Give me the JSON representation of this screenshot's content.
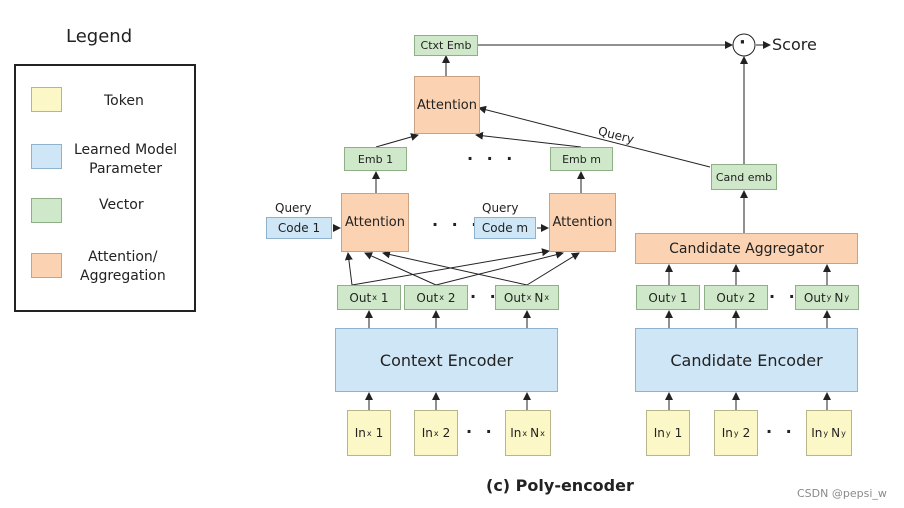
{
  "legend": {
    "title": "Legend",
    "items": [
      {
        "label": "Token",
        "kind": "token"
      },
      {
        "label": "Learned Model\nParameter",
        "kind": "param"
      },
      {
        "label": "Vector",
        "kind": "vector"
      },
      {
        "label": "Attention/\nAggregation",
        "kind": "attn"
      }
    ]
  },
  "context": {
    "inputs": [
      {
        "base": "In",
        "sub": "x",
        "suffix": "1"
      },
      {
        "base": "In",
        "sub": "x",
        "suffix": "2"
      },
      {
        "base": "In",
        "sub": "x",
        "suffix": "N",
        "suffix_sub": "x"
      }
    ],
    "encoder": "Context Encoder",
    "outputs": [
      {
        "base": "Out",
        "sub": "x",
        "suffix": "1"
      },
      {
        "base": "Out",
        "sub": "x",
        "suffix": "2"
      },
      {
        "base": "Out",
        "sub": "x",
        "suffix": "N",
        "suffix_sub": "x"
      }
    ],
    "query_label_1": "Query",
    "code_1": "Code 1",
    "query_label_m": "Query",
    "code_m": "Code m",
    "attention_1": "Attention",
    "attention_m": "Attention",
    "emb_1": "Emb 1",
    "emb_m": "Emb m",
    "top_attention": "Attention",
    "ctxt_emb": "Ctxt Emb"
  },
  "candidate": {
    "inputs": [
      {
        "base": "In",
        "sub": "y",
        "suffix": "1"
      },
      {
        "base": "In",
        "sub": "y",
        "suffix": "2"
      },
      {
        "base": "In",
        "sub": "y",
        "suffix": "N",
        "suffix_sub": "y"
      }
    ],
    "encoder": "Candidate Encoder",
    "outputs": [
      {
        "base": "Out",
        "sub": "y",
        "suffix": "1"
      },
      {
        "base": "Out",
        "sub": "y",
        "suffix": "2"
      },
      {
        "base": "Out",
        "sub": "y",
        "suffix": "N",
        "suffix_sub": "y"
      }
    ],
    "aggregator": "Candidate Aggregator",
    "cand_emb": "Cand emb"
  },
  "query_edge_label": "Query",
  "dot_symbol": "·",
  "score": "Score",
  "ellipsis": "· · ·",
  "caption": "(c) Poly-encoder",
  "watermark": "CSDN @pepsi_w"
}
